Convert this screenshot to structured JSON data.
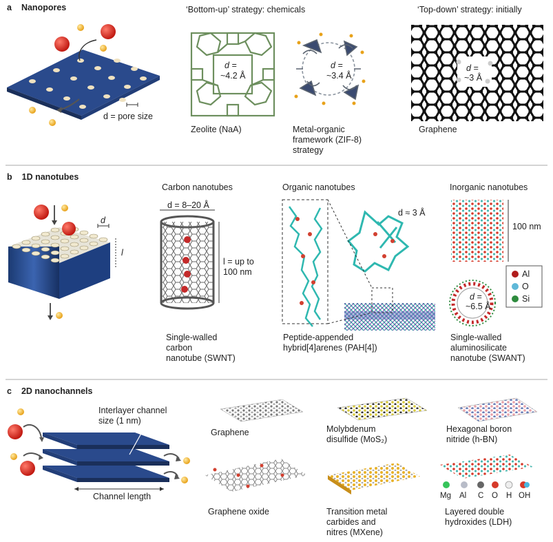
{
  "panel_a": {
    "letter": "a",
    "title": "Nanopores",
    "pore_label": "d = pore size",
    "bottom_up_heading": "‘Bottom-up’ strategy: chemicals",
    "top_down_heading": "‘Top-down’ strategy: initially",
    "zeolite": {
      "d_line1": "d =",
      "d_line2": "~4.2 Å",
      "caption": "Zeolite (NaA)"
    },
    "mof": {
      "d_line1": "d =",
      "d_line2": "~3.4 Å",
      "caption": "Metal-organic\nframework (ZIF-8)\nstrategy"
    },
    "graphene": {
      "d_line1": "d =",
      "d_line2": "~3 Å",
      "caption": "Graphene"
    }
  },
  "panel_b": {
    "letter": "b",
    "title": "1D nanotubes",
    "d_label": "d",
    "l_label": "l",
    "carbon": {
      "heading": "Carbon nanotubes",
      "d_label": "d = 8–20 Å",
      "l_label": "l = up to\n100 nm",
      "caption": "Single-walled\ncarbon\nnanotube (SWNT)"
    },
    "organic": {
      "heading": "Organic nanotubes",
      "d_label": "d ≈ 3 Å",
      "caption": "Peptide-appended\nhybrid[4]arenes (PAH[4])"
    },
    "inorganic": {
      "heading": "Inorganic nanotubes",
      "length_label": "100 nm",
      "d_line1": "d =",
      "d_line2": "~6.5 Å",
      "caption": "Single-walled\naluminosilicate\nnanotube (SWANT)"
    },
    "legend": [
      {
        "symbol": "Al",
        "color": "#b01d1d"
      },
      {
        "symbol": "O",
        "color": "#5fb8d8"
      },
      {
        "symbol": "Si",
        "color": "#2e8b3e"
      }
    ]
  },
  "panel_c": {
    "letter": "c",
    "title": "2D nanochannels",
    "interlayer_label": "Interlayer channel\nsize (1 nm)",
    "channel_length": "Channel length",
    "materials": [
      {
        "name": "Graphene"
      },
      {
        "name": "Molybdenum\ndisulfide (MoS₂)"
      },
      {
        "name": "Hexagonal boron\nnitride (h-BN)"
      },
      {
        "name": "Graphene oxide"
      },
      {
        "name": "Transition metal\ncarbides and\nnitres (MXene)"
      },
      {
        "name": "Layered double\nhydroxides (LDH)"
      }
    ],
    "ldh_legend": [
      "Mg",
      "Al",
      "C",
      "O",
      "H",
      "OH"
    ]
  },
  "colors": {
    "membrane": "#2a4a8c",
    "sodium": "#d42a1e",
    "water": "#f5bd2e",
    "zeolite": "#7a9a6a",
    "carbon": "#555",
    "separator": "#9a9a9a"
  }
}
